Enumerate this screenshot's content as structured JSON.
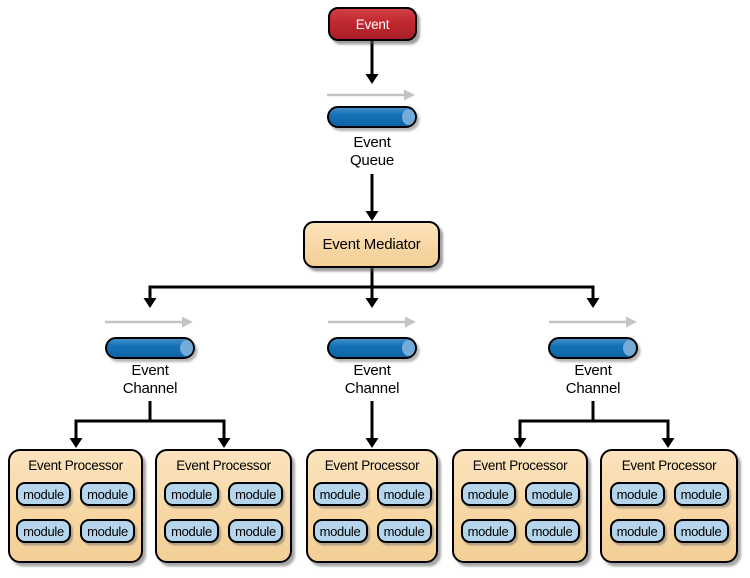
{
  "diagram": {
    "event": {
      "label": "Event"
    },
    "event_queue": {
      "label": "Event\nQueue"
    },
    "mediator": {
      "label": "Event Mediator"
    },
    "channels": [
      {
        "label": "Event\nChannel"
      },
      {
        "label": "Event\nChannel"
      },
      {
        "label": "Event\nChannel"
      }
    ],
    "processors": [
      {
        "title": "Event Processor",
        "modules": [
          "module",
          "module",
          "module",
          "module"
        ]
      },
      {
        "title": "Event Processor",
        "modules": [
          "module",
          "module",
          "module",
          "module"
        ]
      },
      {
        "title": "Event Processor",
        "modules": [
          "module",
          "module",
          "module",
          "module"
        ]
      },
      {
        "title": "Event Processor",
        "modules": [
          "module",
          "module",
          "module",
          "module"
        ]
      },
      {
        "title": "Event Processor",
        "modules": [
          "module",
          "module",
          "module",
          "module"
        ]
      }
    ],
    "colors": {
      "event_red": "#c1272f",
      "panel_tan": "#f8d7a4",
      "module_blue": "#b4d5eb",
      "pipe_blue": "#1470b4",
      "pipe_highlight": "#74abd8",
      "flow_gray": "#c4c4c4",
      "connector_black": "#000000"
    }
  }
}
